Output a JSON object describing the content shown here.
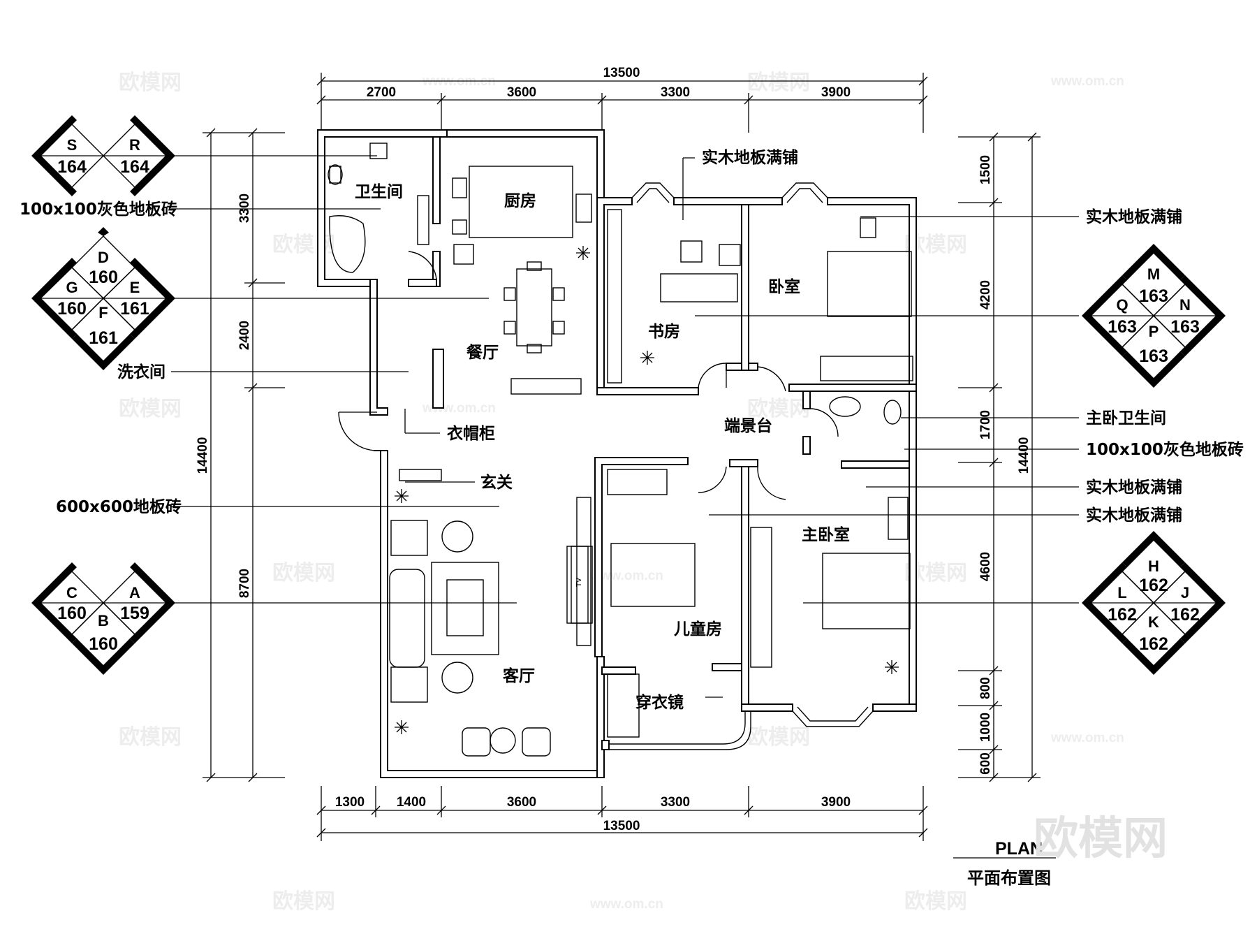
{
  "dims": {
    "top_total": "13500",
    "top_segments": [
      "2700",
      "3600",
      "3300",
      "3900"
    ],
    "bottom_segments": [
      "1300",
      "1400",
      "3600",
      "3300",
      "3900"
    ],
    "bottom_total": "13500",
    "left_outer": "14400",
    "left_segments": [
      "3300",
      "2400",
      "8700"
    ],
    "right_segments": [
      "1500",
      "4200",
      "1700",
      "4600",
      "800",
      "1000",
      "600"
    ],
    "right_outer": "14400"
  },
  "rooms": {
    "bathroom": "卫生间",
    "kitchen": "厨房",
    "dining": "餐厅",
    "study": "书房",
    "bedroom": "卧室",
    "entry_feature": "端景台",
    "children": "儿童房",
    "master": "主卧室",
    "living": "客厅",
    "mirror": "穿衣镜",
    "tv_mark": "TV"
  },
  "left_labels": [
    "100x100灰色地板砖",
    "洗衣间",
    "衣帽柜",
    "玄关",
    "600x600地板砖"
  ],
  "right_labels": [
    "实木地板满铺",
    "主卧卫生间",
    "100x100灰色地板砖",
    "实木地板满铺",
    "实木地板满铺"
  ],
  "top_label": "实木地板满铺",
  "tags": {
    "SR": [
      {
        "l": "S",
        "n": "164"
      },
      {
        "l": "R",
        "n": "164"
      }
    ],
    "DGEF": [
      {
        "l": "D",
        "n": "160"
      },
      {
        "l": "G",
        "n": "160"
      },
      {
        "l": "E",
        "n": "161"
      },
      {
        "l": "F",
        "n": "161"
      }
    ],
    "CAB": [
      {
        "l": "C",
        "n": "160"
      },
      {
        "l": "A",
        "n": "159"
      },
      {
        "l": "B",
        "n": "160"
      }
    ],
    "MQNP": [
      {
        "l": "M",
        "n": "163"
      },
      {
        "l": "Q",
        "n": "163"
      },
      {
        "l": "N",
        "n": "163"
      },
      {
        "l": "P",
        "n": "163"
      }
    ],
    "HLJK": [
      {
        "l": "H",
        "n": "162"
      },
      {
        "l": "L",
        "n": "162"
      },
      {
        "l": "J",
        "n": "162"
      },
      {
        "l": "K",
        "n": "162"
      }
    ]
  },
  "title": {
    "en": "PLAN",
    "cn": "平面布置图"
  },
  "watermark": {
    "brand": "欧模网",
    "url": "www.om.cn"
  }
}
